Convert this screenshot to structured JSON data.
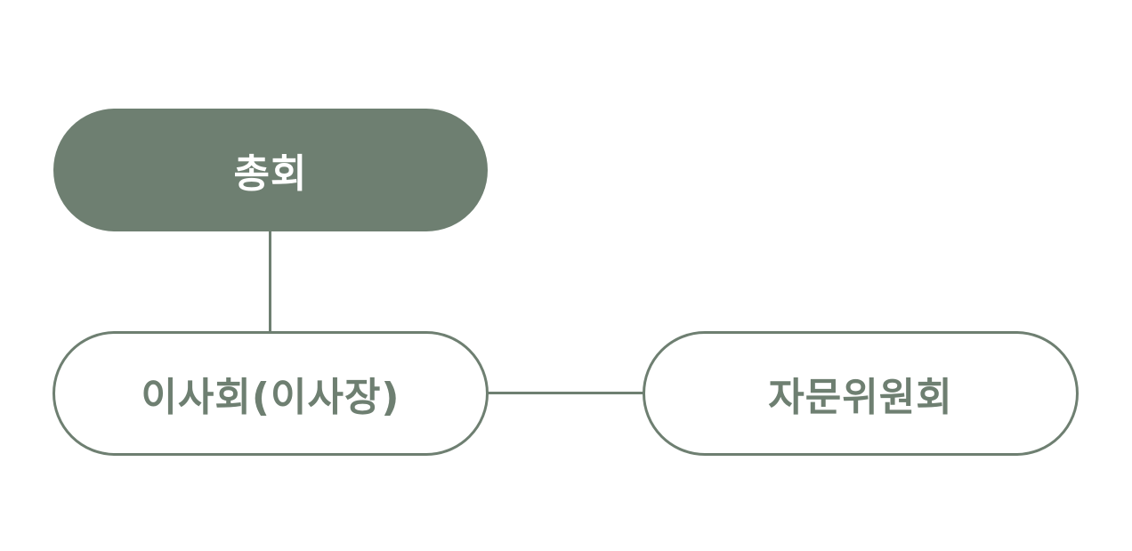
{
  "diagram": {
    "nodes": [
      {
        "id": "general-assembly",
        "label": "총회",
        "style": "filled"
      },
      {
        "id": "board",
        "label": "이사회(이사장)",
        "style": "outline"
      },
      {
        "id": "advisory-committee",
        "label": "자문위원회",
        "style": "outline"
      }
    ],
    "edges": [
      {
        "from": "general-assembly",
        "to": "board"
      },
      {
        "from": "board",
        "to": "advisory-committee"
      }
    ],
    "colors": {
      "accent": "#6e7f71",
      "background": "#ffffff",
      "filled_text": "#ffffff"
    }
  }
}
